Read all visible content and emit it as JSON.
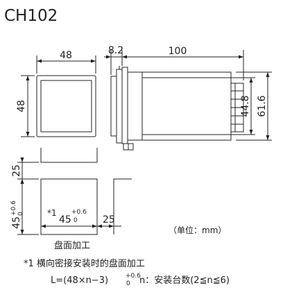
{
  "title": "CH102",
  "front_view": {
    "width": "48",
    "height": "48"
  },
  "side_view": {
    "flange": "8.2",
    "depth": "100",
    "inner_height": "44.8",
    "outer_height": "61.6"
  },
  "cutout": {
    "gap_top": "25",
    "height": "45",
    "height_tol_plus": "+0.6",
    "height_tol_zero": "0",
    "note_mark": "*1",
    "width": "45",
    "width_tol_plus": "+0.6",
    "width_tol_zero": "0",
    "gap_right": "25"
  },
  "unit_label": "（单位：mm）",
  "panel_label": "盘面加工",
  "footnote_1": "*1 横向密接安装时的盘面加工",
  "formula": {
    "prefix": "L=(48×n−3)",
    "tol_plus": "+0.6",
    "tol_zero": "0",
    "suffix": " n：安装台数(2≦n≦6)"
  }
}
